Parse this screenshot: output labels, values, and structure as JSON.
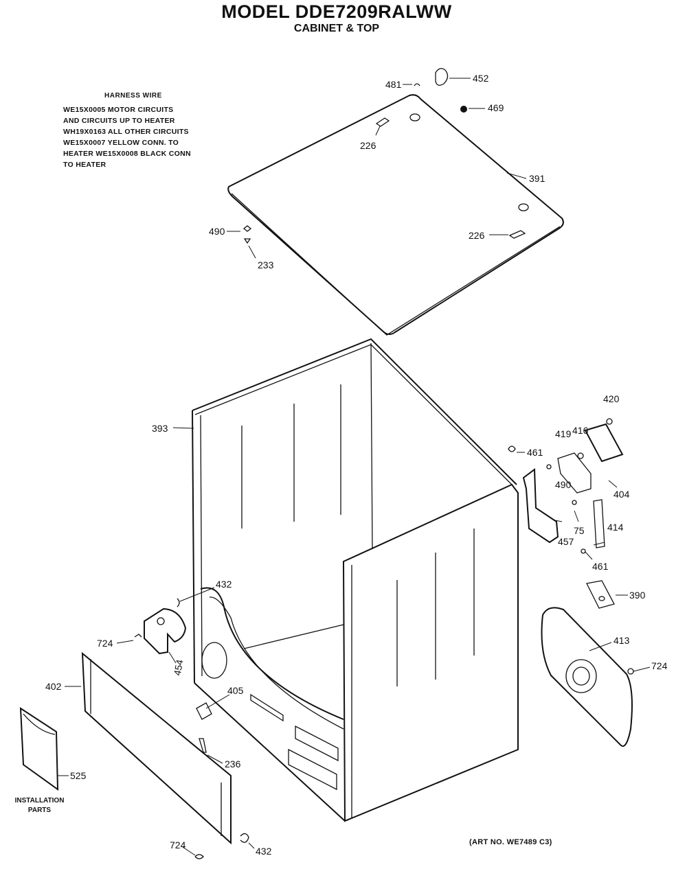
{
  "title": "MODEL DDE7209RALWW",
  "subtitle": "CABINET & TOP",
  "harness": {
    "heading": "HARNESS WIRE",
    "lines": [
      "WE15X0005 MOTOR CIRCUITS",
      "AND CIRCUITS UP TO HEATER",
      "WH19X0163 ALL OTHER CIRCUITS",
      "WE15X0007 YELLOW CONN. TO",
      "HEATER WE15X0008 BLACK CONN",
      "TO HEATER"
    ]
  },
  "installation_label": [
    "INSTALLATION",
    "PARTS"
  ],
  "art_no": "(ART NO. WE7489 C3)",
  "parts": [
    {
      "id": "p481",
      "label": "481"
    },
    {
      "id": "p452",
      "label": "452"
    },
    {
      "id": "p469",
      "label": "469"
    },
    {
      "id": "p226a",
      "label": "226"
    },
    {
      "id": "p391",
      "label": "391"
    },
    {
      "id": "p490a",
      "label": "490"
    },
    {
      "id": "p233",
      "label": "233"
    },
    {
      "id": "p226b",
      "label": "226"
    },
    {
      "id": "p420",
      "label": "420"
    },
    {
      "id": "p393",
      "label": "393"
    },
    {
      "id": "p419",
      "label": "419"
    },
    {
      "id": "p416",
      "label": "416"
    },
    {
      "id": "p461a",
      "label": "461"
    },
    {
      "id": "p490b",
      "label": "490"
    },
    {
      "id": "p404",
      "label": "404"
    },
    {
      "id": "p75",
      "label": "75"
    },
    {
      "id": "p414",
      "label": "414"
    },
    {
      "id": "p457",
      "label": "457"
    },
    {
      "id": "p461b",
      "label": "461"
    },
    {
      "id": "p432a",
      "label": "432"
    },
    {
      "id": "p390",
      "label": "390"
    },
    {
      "id": "p724a",
      "label": "724"
    },
    {
      "id": "p454",
      "label": "454"
    },
    {
      "id": "p413",
      "label": "413"
    },
    {
      "id": "p724b",
      "label": "724"
    },
    {
      "id": "p402",
      "label": "402"
    },
    {
      "id": "p405",
      "label": "405"
    },
    {
      "id": "p236",
      "label": "236"
    },
    {
      "id": "p525",
      "label": "525"
    },
    {
      "id": "p724c",
      "label": "724"
    },
    {
      "id": "p432b",
      "label": "432"
    }
  ]
}
